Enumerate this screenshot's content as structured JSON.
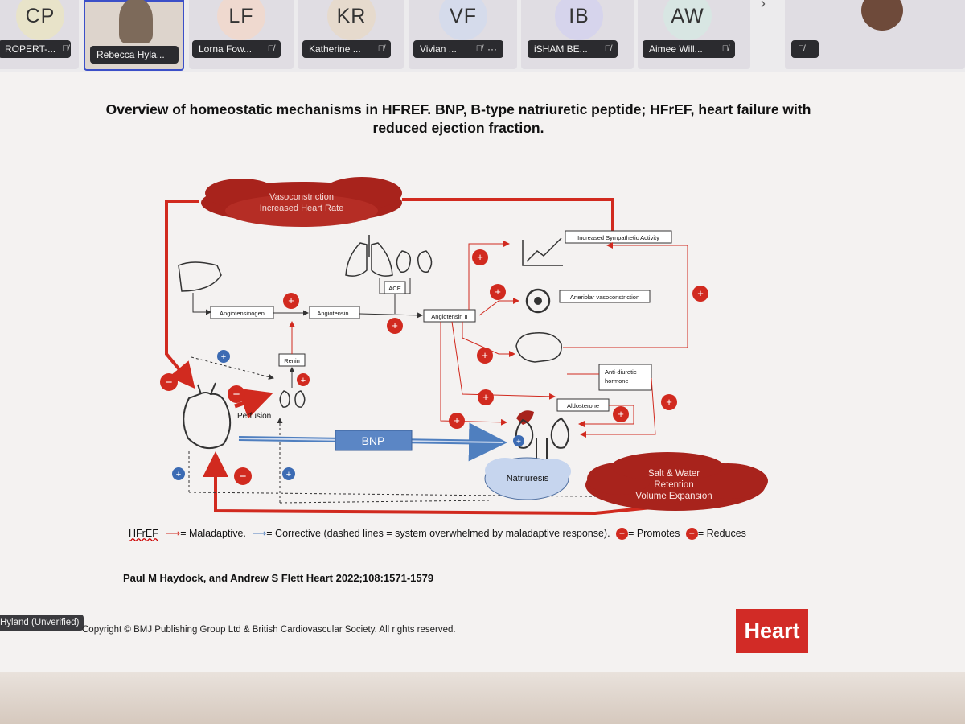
{
  "meeting": {
    "participants": [
      {
        "initials": "CP",
        "name": "ROPERT-...",
        "avatar_color": "#e8e3c9"
      },
      {
        "initials": "",
        "name": "Rebecca Hyla...",
        "avatar_color": "#8a7a6a",
        "active": true
      },
      {
        "initials": "LF",
        "name": "Lorna Fow...",
        "avatar_color": "#efd9cf"
      },
      {
        "initials": "KR",
        "name": "Katherine ...",
        "avatar_color": "#e6dacd"
      },
      {
        "initials": "VF",
        "name": "Vivian ...",
        "avatar_color": "#d5dbeb"
      },
      {
        "initials": "IB",
        "name": "iSHAM BE...",
        "avatar_color": "#d6d4ec"
      },
      {
        "initials": "AW",
        "name": "Aimee Will...",
        "avatar_color": "#d8e6e3"
      },
      {
        "initials": "",
        "name": "",
        "avatar_color": "#6e4a3a"
      }
    ],
    "more_label": "›",
    "more_options_label": "···",
    "mic_muted_icon": "mic-off-icon",
    "unverified_label": "Hyland (Unverified)"
  },
  "slide": {
    "title": "Overview of homeostatic mechanisms in HFREF. BNP, B-type natriuretic peptide; HFrEF, heart failure with reduced ejection fraction.",
    "diagram": {
      "cloud_top": [
        "Vasoconstriction",
        "Increased Heart Rate"
      ],
      "angiotensinogen": "Angiotensinogen",
      "angiotensin1": "Angiotensin I",
      "angiotensin2": "Angiotensin II",
      "ace": "ACE",
      "renin": "Renin",
      "perfusion": "Perfusion",
      "bnp": "BNP",
      "sympathetic": "Increased Sympathetic Activity",
      "arteriolar": "Arteriolar vasoconstriction",
      "adh": [
        "Anti-diuretic",
        "hormone"
      ],
      "aldosterone": "Aldosterone",
      "natriuresis": "Natriuresis",
      "cloud_bottom": [
        "Salt & Water",
        "Retention",
        "Volume Expansion"
      ],
      "plus": "+",
      "minus": "−"
    },
    "legend": {
      "hfref": "HFrEF",
      "maladaptive": "= Maladaptive.",
      "corrective": "= Corrective (dashed lines = system overwhelmed by  maladaptive response).",
      "promotes": "= Promotes",
      "reduces": "= Reduces"
    },
    "citation": "Paul M Haydock, and Andrew S Flett Heart 2022;108:1571-1579",
    "copyright": "Copyright © BMJ Publishing Group Ltd & British Cardiovascular Society. All rights reserved.",
    "logo": "Heart",
    "colors": {
      "maladaptive": "#d12a1f",
      "corrective": "#4f7fbf",
      "cloud": "#a8231c"
    }
  }
}
